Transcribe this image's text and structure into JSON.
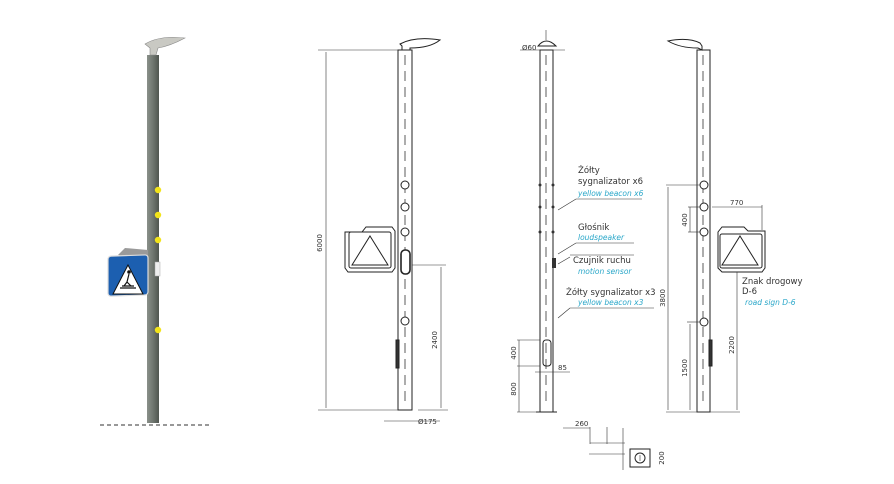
{
  "colors": {
    "pole_render": "#6f766f",
    "beacon": "#f2e31a",
    "sign_blue": "#1c5fb0",
    "label_en": "#2aa7c9"
  },
  "dimensions": {
    "total_height": "6000",
    "sign_height_front": "2400",
    "base_diameter": "Ø175",
    "top_diameter": "Ø60",
    "door_height": "400",
    "door_base": "800",
    "door_width": "85",
    "beacon_top_height": "3800",
    "beacon_spacing": "400",
    "sign_width": "770",
    "beacon_low_height": "1500",
    "sign_height_side": "2200",
    "base_plate": "260",
    "base_plate_depth": "200"
  },
  "labels": [
    {
      "pl": "Żółty",
      "pl2": "sygnalizator x6",
      "en": "yellow beacon x6"
    },
    {
      "pl": "Głośnik",
      "en": "loudspeaker"
    },
    {
      "pl": "Czujnik ruchu",
      "en": "motion sensor"
    },
    {
      "pl": "Żółty sygnalizator x3",
      "en": "yellow beacon x3"
    },
    {
      "pl": "Znak drogowy",
      "pl2": "D-6",
      "en": "road sign D-6"
    }
  ]
}
